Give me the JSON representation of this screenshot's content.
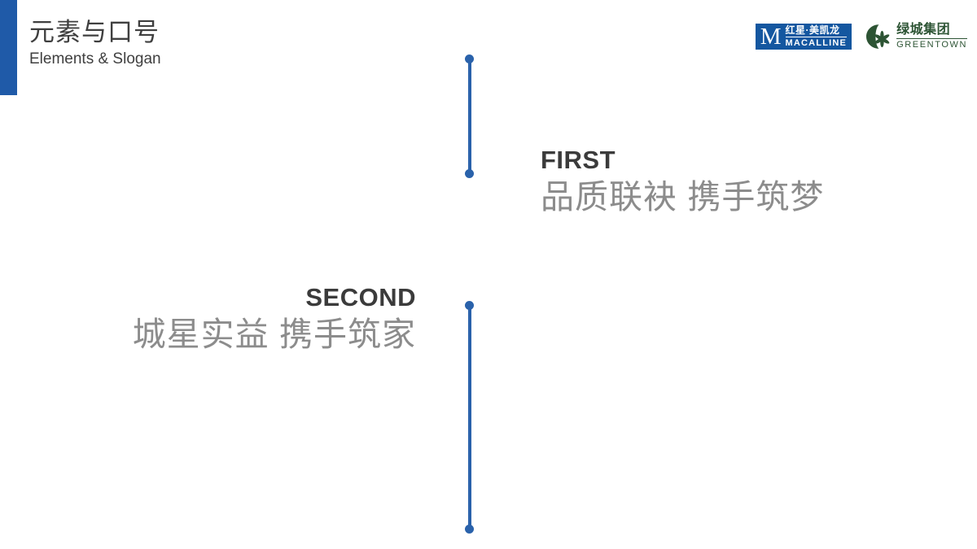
{
  "slide": {
    "background_color": "#ffffff",
    "accent_color": "#1f5aa8",
    "connector_color": "#2a62ab",
    "label_color": "#3b3b3b",
    "slogan_color": "#8c8c8c"
  },
  "header": {
    "title_cn": "元素与口号",
    "title_en": "Elements & Slogan",
    "accent_bar": "accent-bar"
  },
  "logos": [
    {
      "name": "macalline",
      "mark_letter": "M",
      "text_cn": "红星·美凯龙",
      "text_en": "MACALLINE",
      "box_color": "#1457a0",
      "text_color": "#ffffff"
    },
    {
      "name": "greentown",
      "mark": "crescent-clover-mark",
      "text_cn": "绿城集团",
      "text_en": "GREENTOWN",
      "color": "#2d5434"
    }
  ],
  "entries": [
    {
      "label": "FIRST",
      "slogan": "品质联袂  携手筑梦",
      "align": "left"
    },
    {
      "label": "SECOND",
      "slogan": "城星实益  携手筑家",
      "align": "right"
    }
  ]
}
